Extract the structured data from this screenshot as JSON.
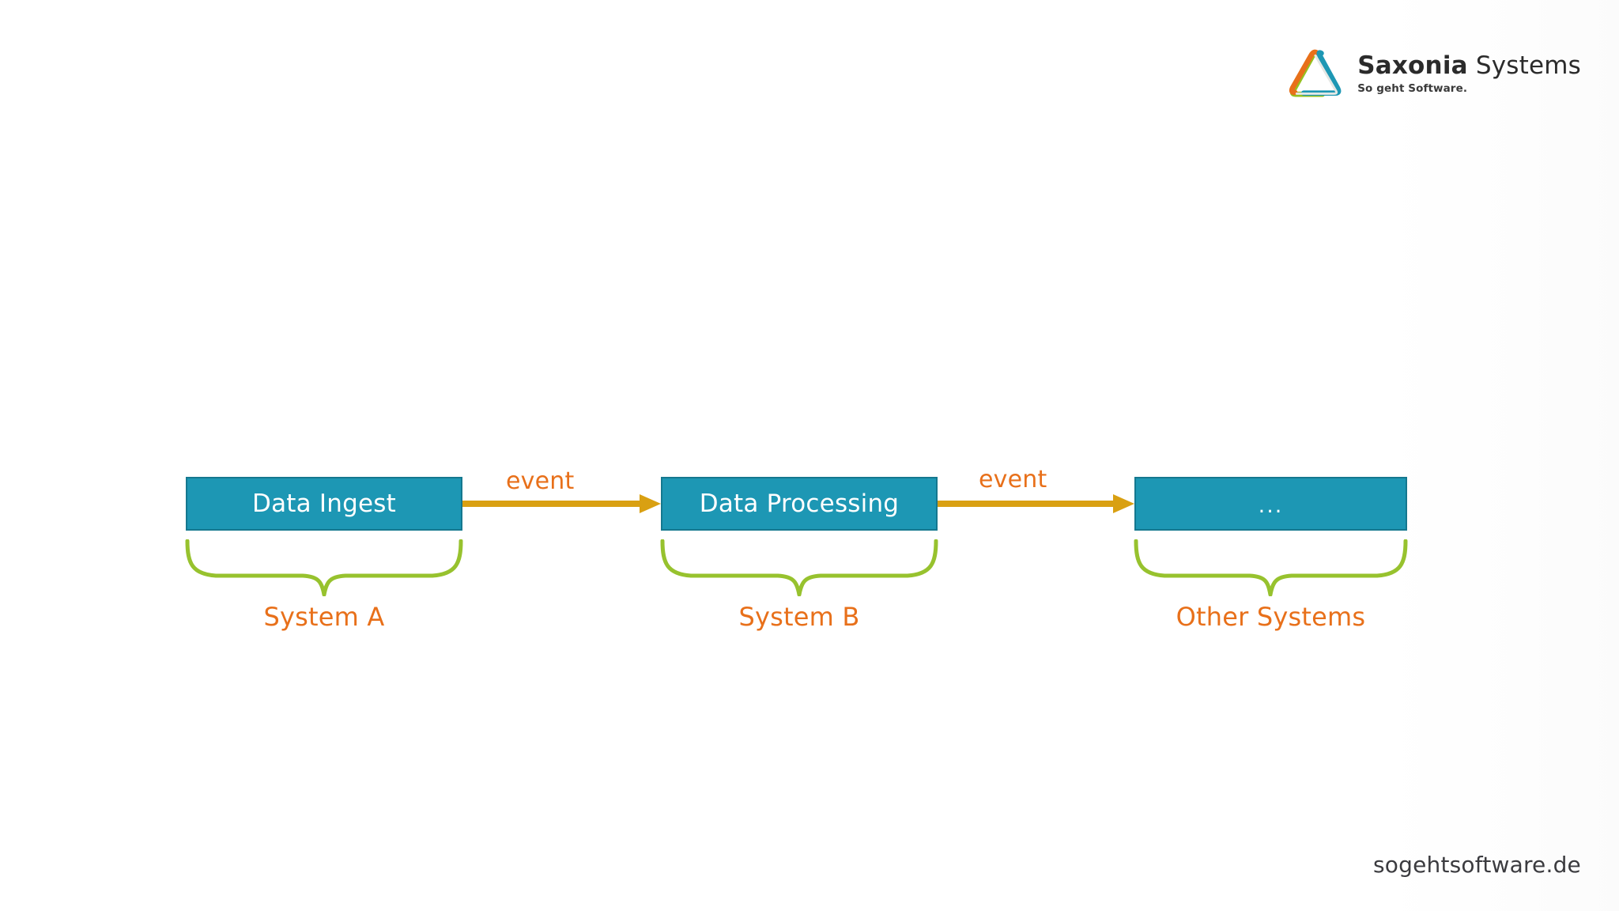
{
  "brand": {
    "name_bold": "Saxonia",
    "name_light": "Systems",
    "claim": "So geht Software.",
    "logo_icon": "saxonia-triangle-logo",
    "logo_colors": {
      "green": "#95c11f",
      "orange": "#e8701a",
      "blue": "#1d97b4"
    }
  },
  "diagram": {
    "type": "flow",
    "nodes": [
      {
        "id": "data-ingest",
        "label": "Data Ingest"
      },
      {
        "id": "data-processing",
        "label": "Data Processing"
      },
      {
        "id": "other",
        "label": "..."
      }
    ],
    "arrows": [
      {
        "id": "ingest-to-processing",
        "label": "event",
        "from": "data-ingest",
        "to": "data-processing"
      },
      {
        "id": "processing-to-other",
        "label": "event",
        "from": "data-processing",
        "to": "other"
      }
    ],
    "groups": [
      {
        "id": "system-a",
        "label": "System A",
        "covers": "data-ingest"
      },
      {
        "id": "system-b",
        "label": "System B",
        "covers": "data-processing"
      },
      {
        "id": "other-systems",
        "label": "Other Systems",
        "covers": "other"
      }
    ],
    "colors": {
      "node_fill": "#1d97b4",
      "node_border": "#15788f",
      "node_text": "#ffffff",
      "arrow": "#d9a012",
      "arrow_label": "#e8701a",
      "brace": "#97c22e",
      "group_label": "#e8701a"
    }
  },
  "footer": {
    "url": "sogehtsoftware.de"
  }
}
